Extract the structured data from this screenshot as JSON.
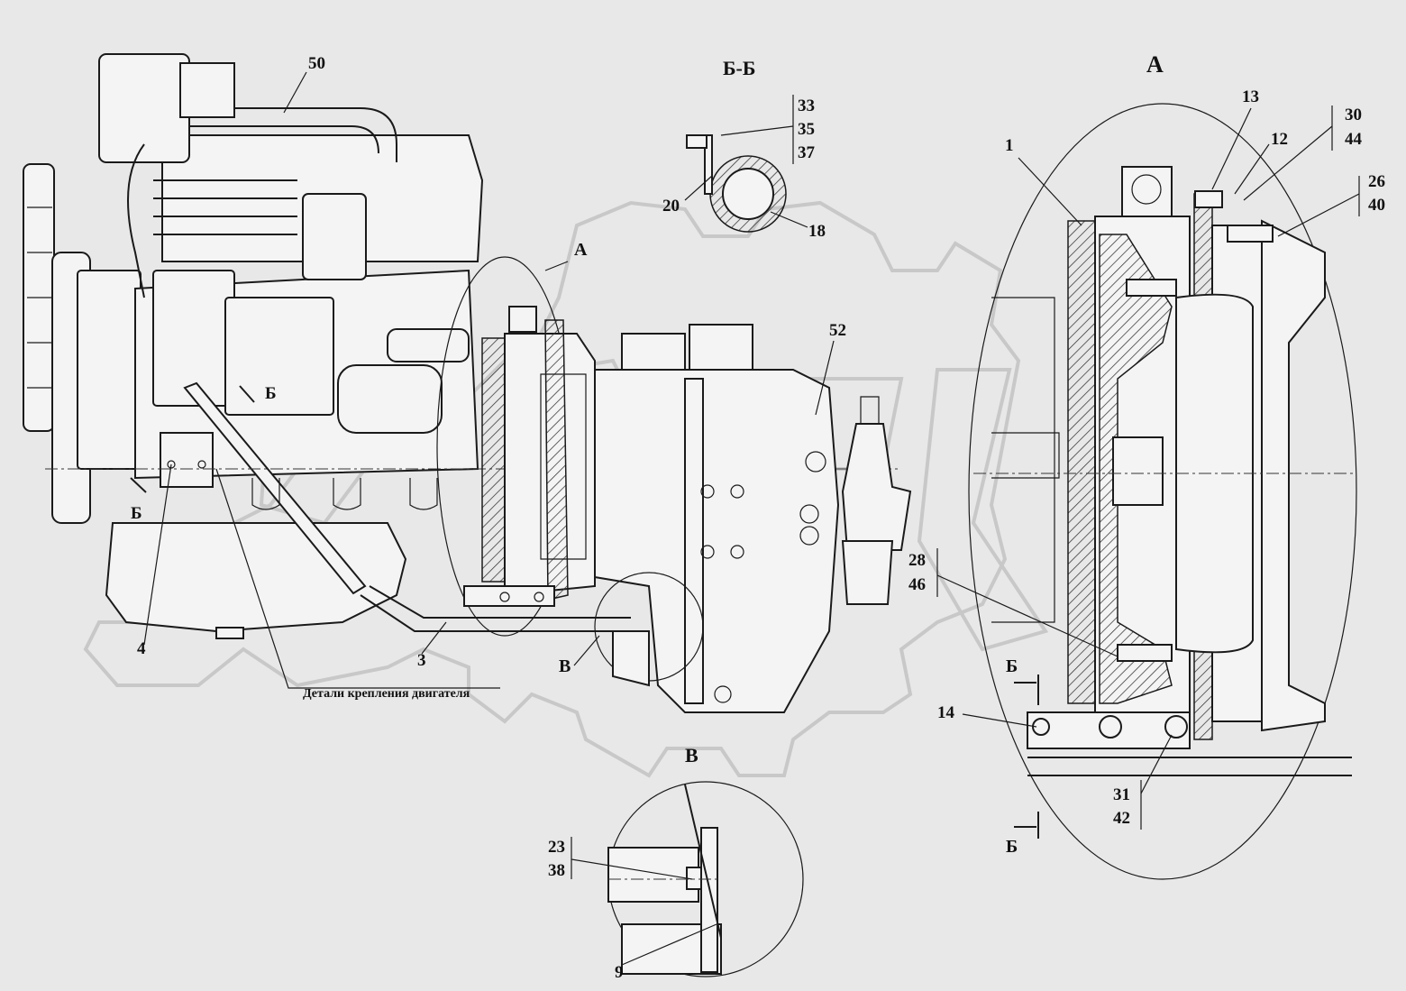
{
  "callouts": {
    "c50": "50",
    "c4": "4",
    "c3": "3",
    "c52": "52",
    "c1": "1",
    "c13": "13",
    "c12": "12",
    "c30": "30",
    "c44": "44",
    "c26": "26",
    "c40": "40",
    "c28": "28",
    "c46": "46",
    "c14": "14",
    "c31": "31",
    "c42": "42",
    "c33": "33",
    "c35": "35",
    "c37": "37",
    "c20": "20",
    "c18": "18",
    "c23": "23",
    "c38": "38",
    "c9": "9"
  },
  "section_labels": {
    "bb_title": "Б-Б",
    "view_a_title": "А",
    "view_a_marker": "А",
    "view_v_title": "В",
    "view_v_marker": "В",
    "b_mark_engine_1": "Б",
    "b_mark_engine_2": "Б",
    "b_mark_detail_top": "Б",
    "b_mark_detail_bottom": "Б"
  },
  "notes": {
    "engine_mount_parts": "Детали крепления двигателя"
  },
  "colors": {
    "background": "#e8e8e8",
    "line": "#1a1a1a",
    "watermark": "#c8c8c8"
  }
}
